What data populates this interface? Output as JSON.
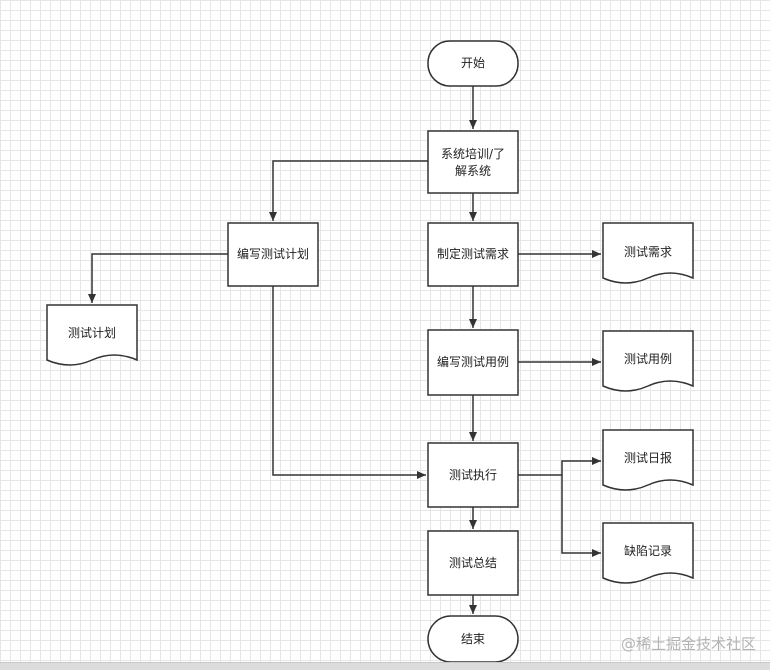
{
  "nodes": {
    "start": "开始",
    "training": [
      "系统培训/了",
      "解系统"
    ],
    "write_plan": "编写测试计划",
    "test_plan_doc": "测试计划",
    "define_req": "制定测试需求",
    "req_doc": "测试需求",
    "write_cases": "编写测试用例",
    "cases_doc": "测试用例",
    "execute": "测试执行",
    "daily_report_doc": "测试日报",
    "defect_doc": "缺陷记录",
    "summary": "测试总结",
    "end": "结束"
  },
  "watermark": "@稀土掘金技术社区"
}
